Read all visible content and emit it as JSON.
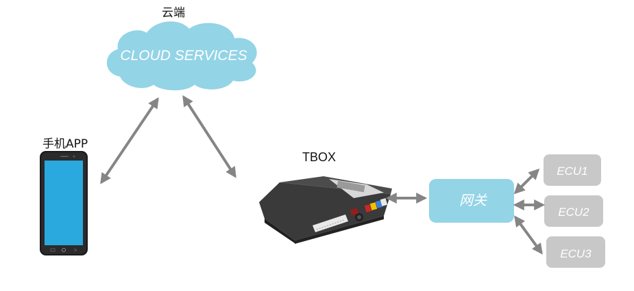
{
  "cloud": {
    "caption": "云端",
    "text": "CLOUD SERVICES",
    "color": "#93d4e6"
  },
  "phone": {
    "caption": "手机APP",
    "screen_color": "#2aa9df"
  },
  "tbox": {
    "caption": "TBOX"
  },
  "gateway": {
    "label": "网关",
    "color": "#93d4e6"
  },
  "ecus": [
    "ECU1",
    "ECU2",
    "ECU3"
  ],
  "colors": {
    "arrow": "#858585",
    "ecu": "#c8c8c8"
  }
}
